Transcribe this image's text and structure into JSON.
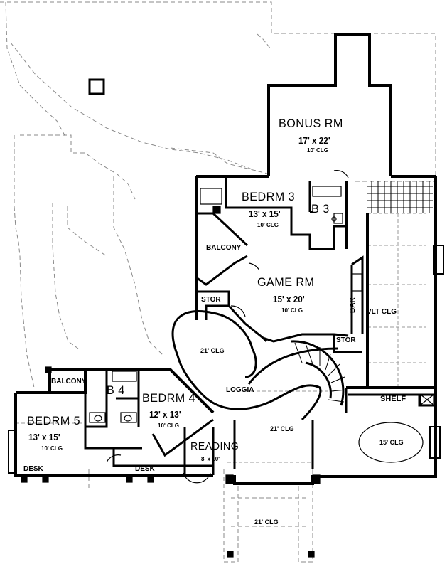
{
  "rooms": {
    "bonus": {
      "name": "BONUS RM",
      "size": "17' x 22'",
      "ceiling": "10' CLG"
    },
    "bedrm3": {
      "name": "BEDRM 3",
      "size": "13' x 15'",
      "ceiling": "10' CLG"
    },
    "b3": {
      "name": "B 3"
    },
    "balcony_upper": {
      "name": "BALCONY"
    },
    "game": {
      "name": "GAME RM",
      "size": "15' x 20'",
      "ceiling": "10' CLG"
    },
    "stor_left": {
      "name": "STOR"
    },
    "stor_right": {
      "name": "STOR"
    },
    "bar": {
      "name": "BAR"
    },
    "vlt": {
      "name": "VLT CLG"
    },
    "curved_hall": {
      "ceiling": "21' CLG"
    },
    "loggia": {
      "name": "LOGGIA"
    },
    "balcony_lower": {
      "name": "BALCONY"
    },
    "b4": {
      "name": "B 4"
    },
    "bedrm4": {
      "name": "BEDRM 4",
      "size": "12' x 13'",
      "ceiling": "10' CLG"
    },
    "bedrm5": {
      "name": "BEDRM 5",
      "size": "13' x 15'",
      "ceiling": "10' CLG"
    },
    "reading": {
      "name": "READING",
      "size": "8' x 10'"
    },
    "foyer": {
      "ceiling": "21' CLG"
    },
    "shelf": {
      "name": "SHELF"
    },
    "oval_room": {
      "ceiling": "15' CLG"
    },
    "desk_left": {
      "name": "DESK"
    },
    "desk_mid": {
      "name": "DESK"
    },
    "entry": {
      "ceiling": "21' CLG"
    }
  }
}
